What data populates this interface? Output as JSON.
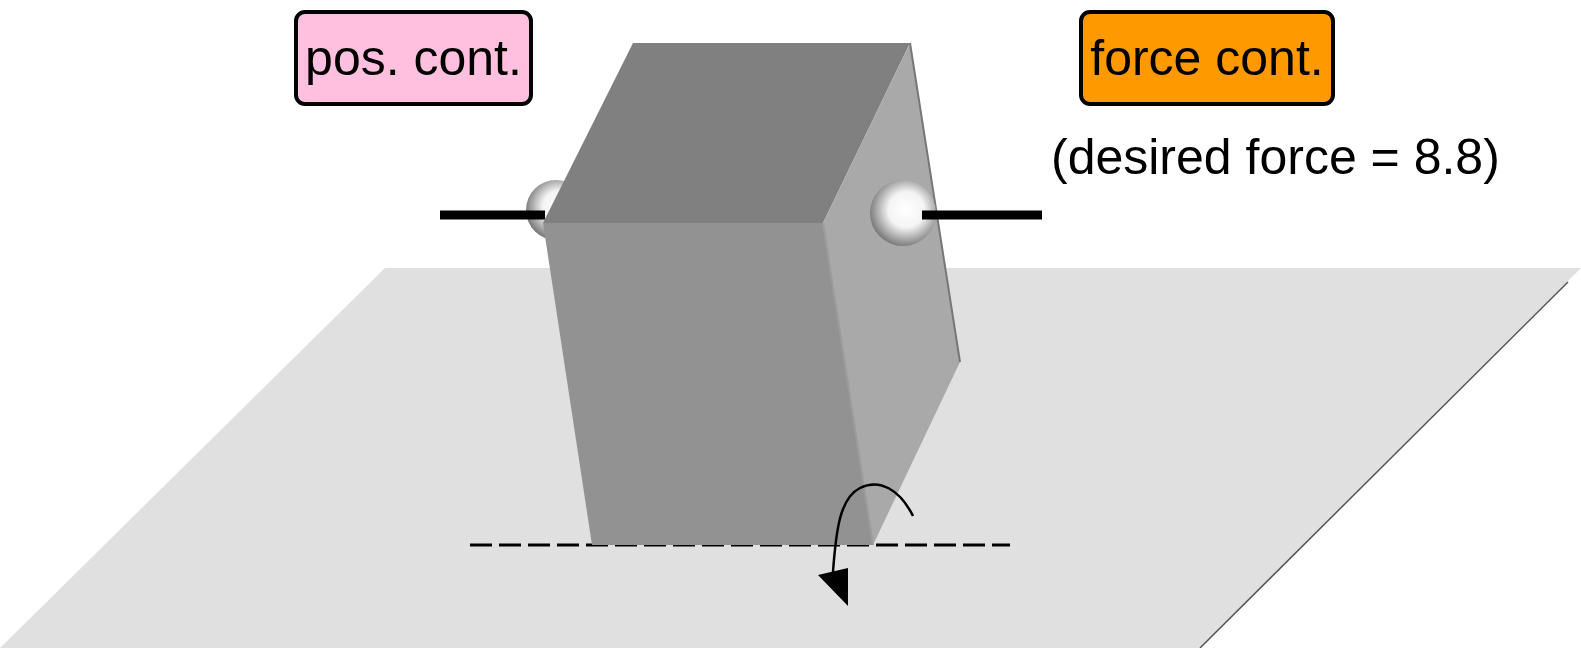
{
  "diagram": {
    "nodes": [
      {
        "text": [
          "pos. cont."
        ]
      },
      {
        "text": [
          "force cont."
        ]
      }
    ],
    "labels": [
      "(desired force = 8.8)"
    ]
  }
}
